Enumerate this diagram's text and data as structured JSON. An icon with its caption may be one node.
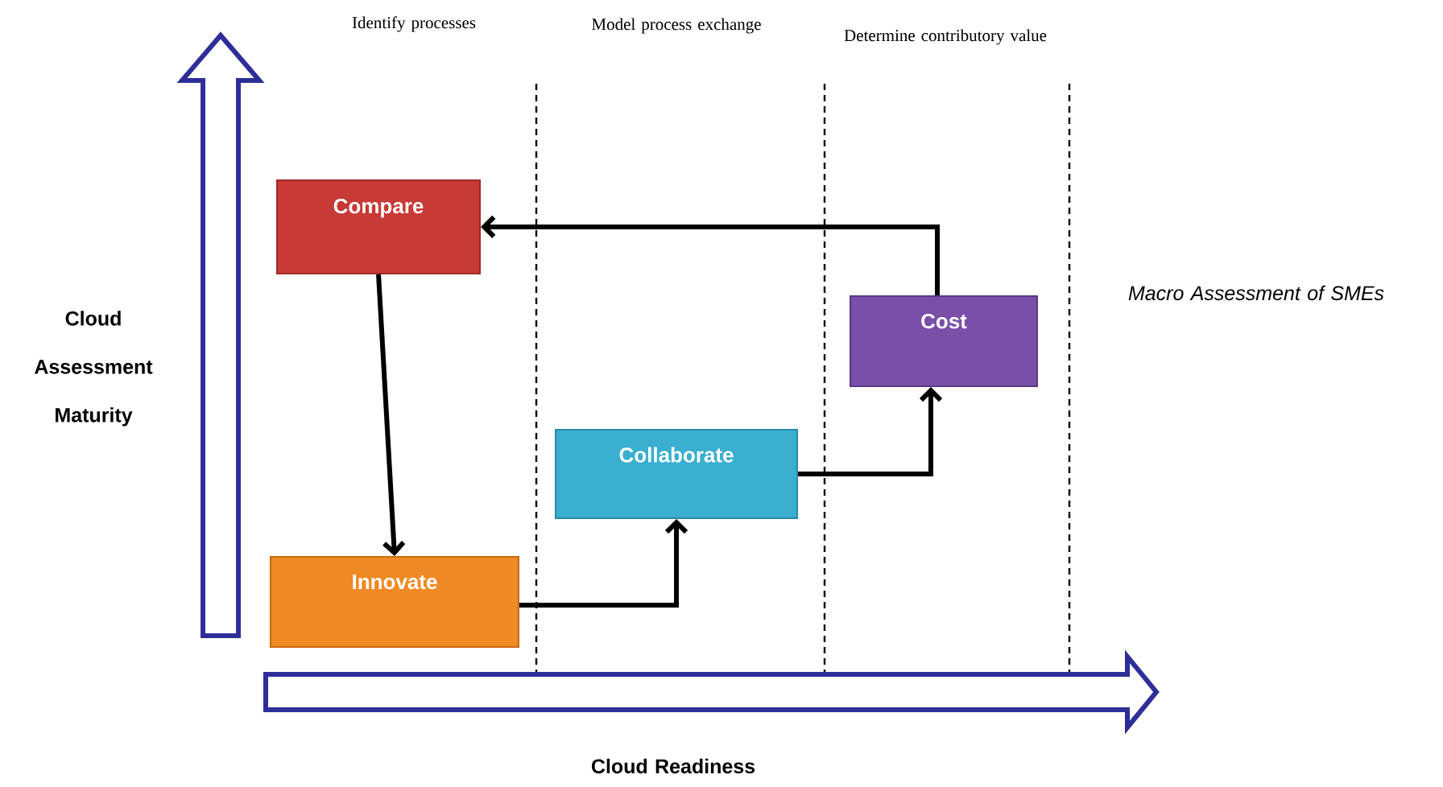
{
  "diagram": {
    "nodes": [
      {
        "text": [
          "Compare"
        ]
      },
      {
        "text": [
          "Innovate"
        ]
      },
      {
        "text": [
          "Collaborate"
        ]
      },
      {
        "text": [
          "Cost"
        ]
      }
    ],
    "edges": [
      {
        "from": 0,
        "to": 1,
        "arrow": "to"
      },
      {
        "from": 1,
        "to": 2,
        "arrow": "to"
      },
      {
        "from": 2,
        "to": 3,
        "arrow": "to"
      },
      {
        "from": 3,
        "to": 0,
        "arrow": "to"
      }
    ],
    "labels": [
      "Identify processes",
      "Model process exchange",
      "Determine contributory value",
      "Macro Assessment of SMEs",
      "Cloud Assessment Maturity",
      "Cloud Readiness"
    ]
  }
}
